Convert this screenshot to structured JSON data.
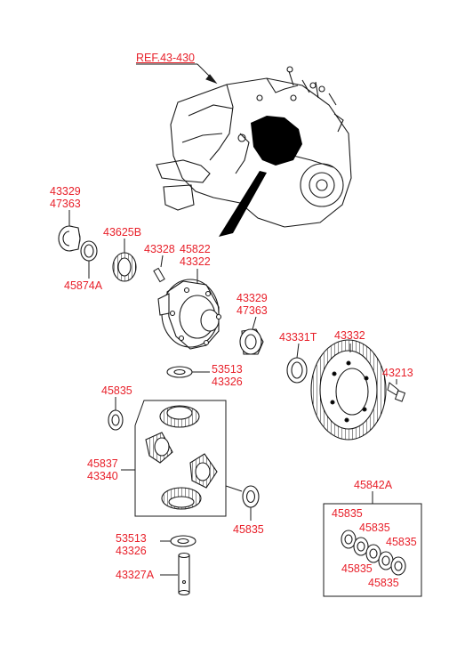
{
  "reference": "REF.43-430",
  "labels": {
    "bearing_a_1": "43329",
    "bearing_a_2": "47363",
    "seal_left": "45874A",
    "gear_speedo": "43625B",
    "pin": "43328",
    "case_1": "45822",
    "case_2": "43322",
    "bearing_b_1": "43329",
    "bearing_b_2": "47363",
    "shim": "43331T",
    "ring_gear": "43332",
    "bolt": "43213",
    "washer_top_1": "53513",
    "washer_top_2": "43326",
    "washer_side_left": "45835",
    "pinion_set_1": "45837",
    "pinion_set_2": "43340",
    "washer_side_right": "45835",
    "washer_bottom_1": "53513",
    "washer_bottom_2": "43326",
    "shaft": "43327A",
    "kit": "45842A",
    "kit_a": "45835",
    "kit_b": "45835",
    "kit_c": "45835",
    "kit_d": "45835",
    "kit_e": "45835"
  },
  "colors": {
    "label": "#e8202a",
    "line": "#1a1a1a",
    "highlight": "#000000"
  }
}
